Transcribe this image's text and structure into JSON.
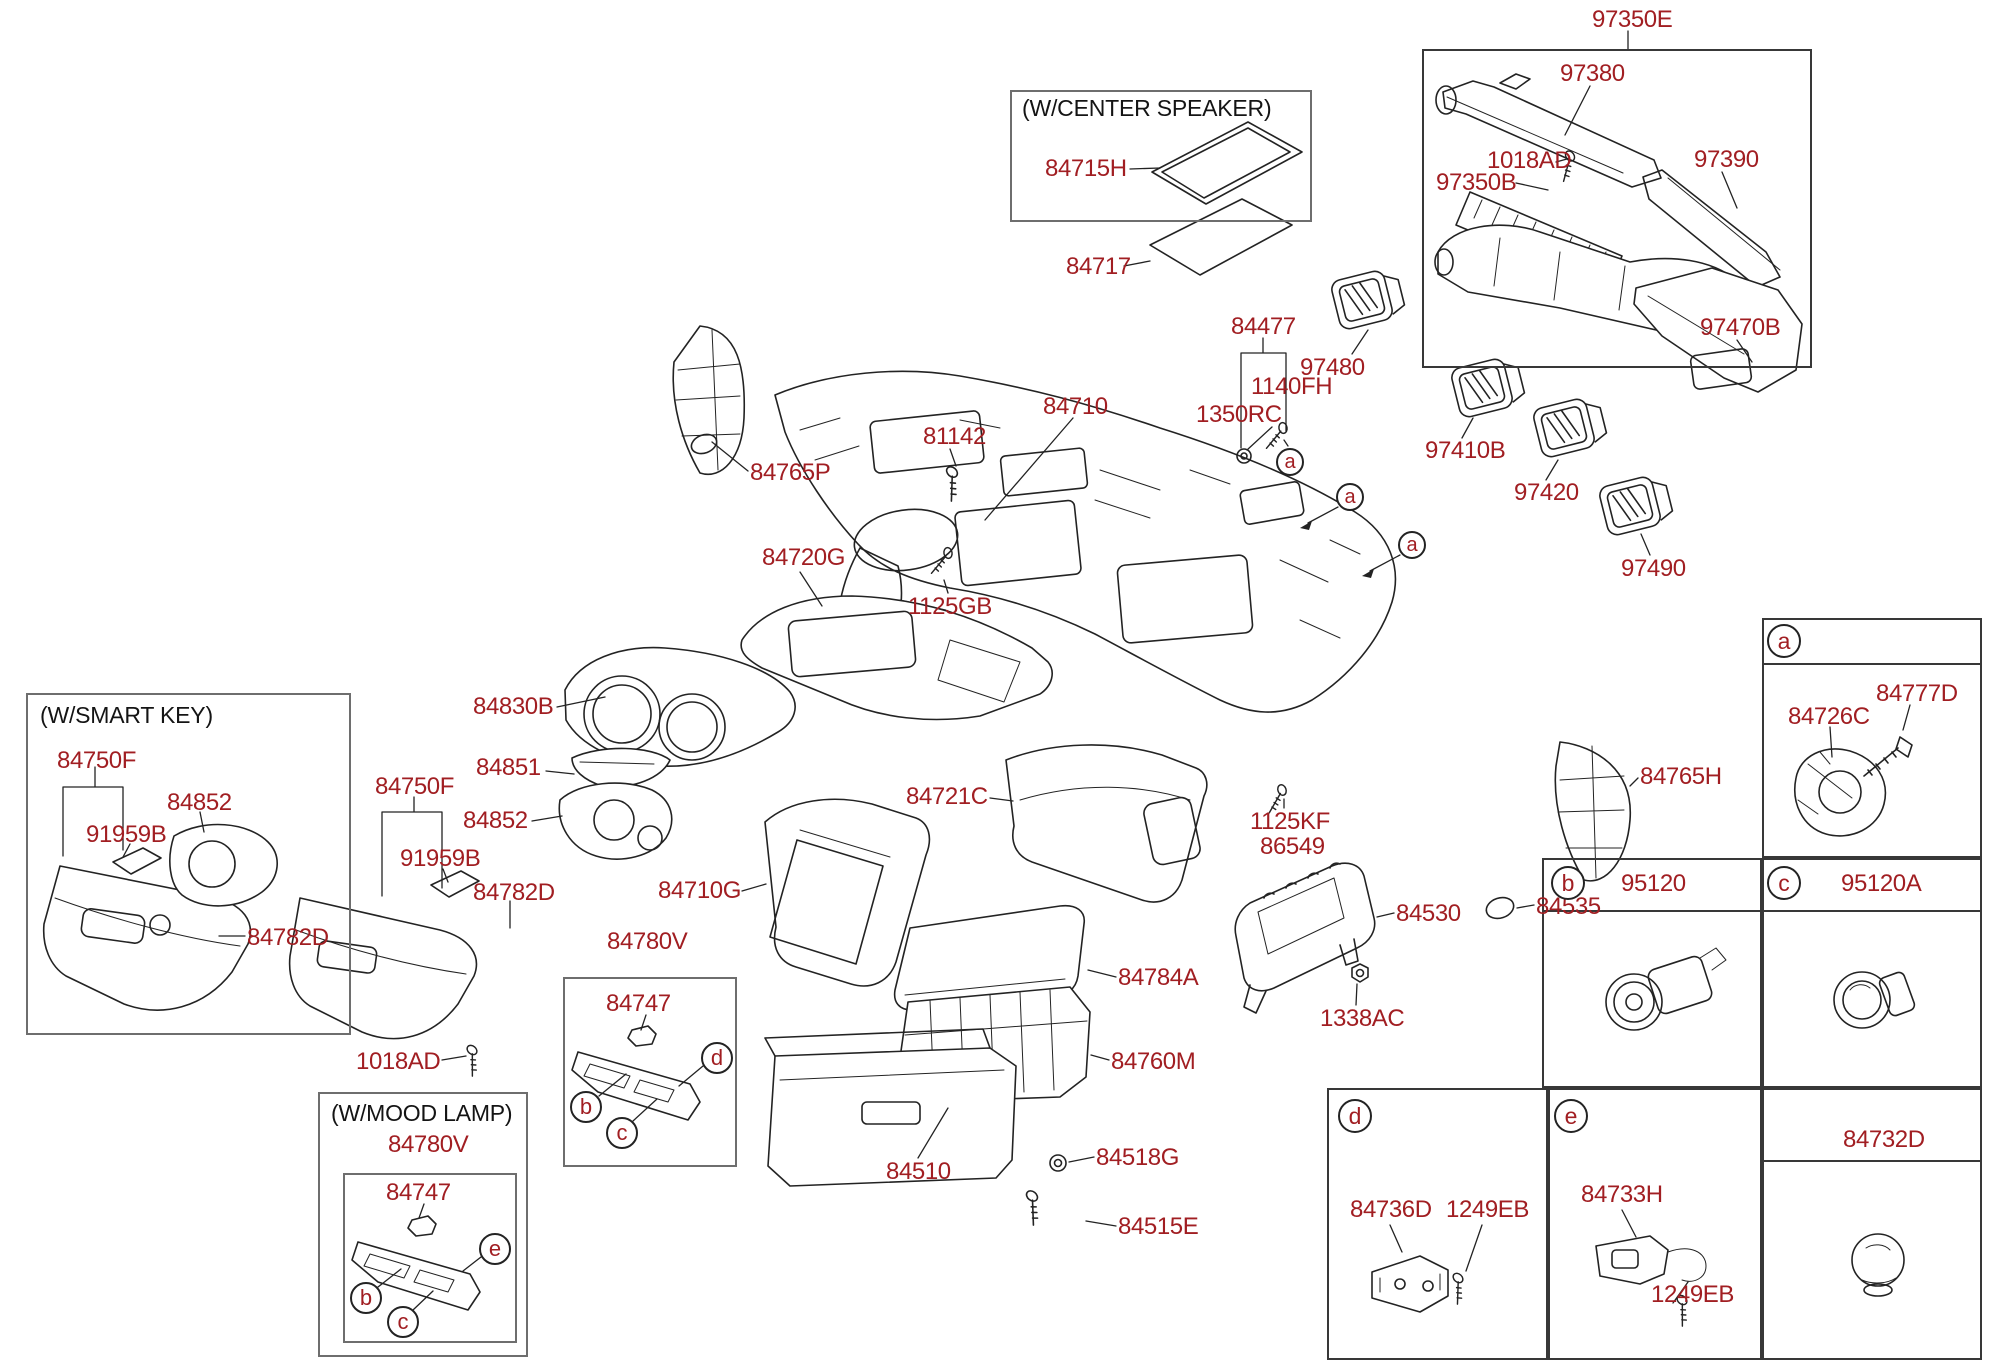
{
  "diagram_type": "exploded-parts-diagram",
  "subject": "Instrument panel / crash pad assembly",
  "colors": {
    "part_label": "#a11e22",
    "line_art": "#232323",
    "background": "#ffffff"
  },
  "box_titles": {
    "center_speaker": "(W/CENTER SPEAKER)",
    "smart_key": "(W/SMART KEY)",
    "mood_lamp": "(W/MOOD LAMP)"
  },
  "callouts": {
    "a": "a",
    "b": "b",
    "c": "c",
    "d": "d",
    "e": "e"
  },
  "parts": {
    "97350E": "97350E",
    "97380": "97380",
    "1018AD": "1018AD",
    "97350B": "97350B",
    "97390": "97390",
    "97470B": "97470B",
    "97480": "97480",
    "97410B": "97410B",
    "97420": "97420",
    "97490": "97490",
    "1140FH": "1140FH",
    "1350RC": "1350RC",
    "84477": "84477",
    "84715H": "84715H",
    "84717": "84717",
    "84710": "84710",
    "81142": "81142",
    "84765P": "84765P",
    "1125GB": "1125GB",
    "84720G": "84720G",
    "84830B": "84830B",
    "84851": "84851",
    "84852": "84852",
    "84750F": "84750F",
    "91959B": "91959B",
    "84782D": "84782D",
    "84710G": "84710G",
    "84721C": "84721C",
    "84784A": "84784A",
    "84760M": "84760M",
    "84510": "84510",
    "84518G": "84518G",
    "84515E": "84515E",
    "84530": "84530",
    "1338AC": "1338AC",
    "1125KF": "1125KF",
    "86549": "86549",
    "84535": "84535",
    "84765H": "84765H",
    "84780V": "84780V",
    "84747": "84747",
    "84726C": "84726C",
    "84777D": "84777D",
    "95120": "95120",
    "95120A": "95120A",
    "84736D": "84736D",
    "1249EB": "1249EB",
    "84733H": "84733H",
    "84732D": "84732D"
  }
}
